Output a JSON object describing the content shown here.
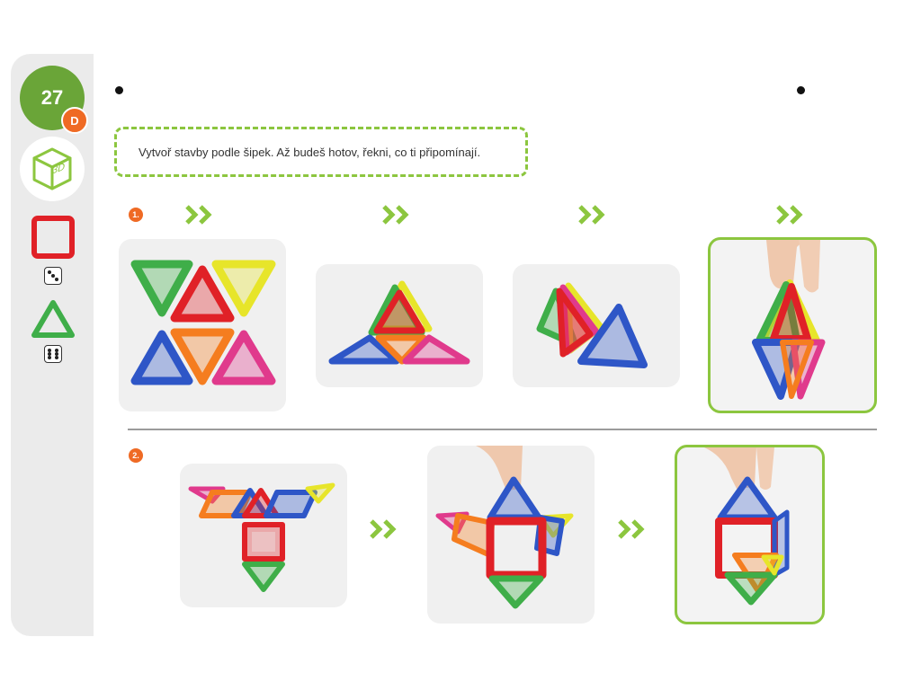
{
  "sidebar": {
    "page_number": "27",
    "level_badge": "D",
    "cube_label": "3D",
    "pieces": [
      {
        "shape": "square",
        "color": "#e02127",
        "dice_value": 3
      },
      {
        "shape": "triangle",
        "color": "#3fae49",
        "dice_value": 6
      }
    ]
  },
  "instruction": {
    "text": "Vytvoř stavby podle šipek. Až budeš hotov, řekni, co ti připomínají."
  },
  "sections": [
    {
      "number": "1.",
      "arrow_icon": "double-chevron-right-icon",
      "photos": [
        "six-triangles-flat",
        "triangles-lifted",
        "triangles-folded",
        "hand-holding-bipyramid"
      ]
    },
    {
      "number": "2.",
      "arrow_icon": "double-chevron-right-icon",
      "photos": [
        "flat-net-square-triangles",
        "hand-folding-net",
        "hand-holding-built-shape"
      ]
    }
  ],
  "colors": {
    "accent_green": "#8cc63f",
    "badge_green": "#6aa538",
    "badge_orange": "#ef6a24",
    "sidebar_bg": "#ebebeb"
  }
}
